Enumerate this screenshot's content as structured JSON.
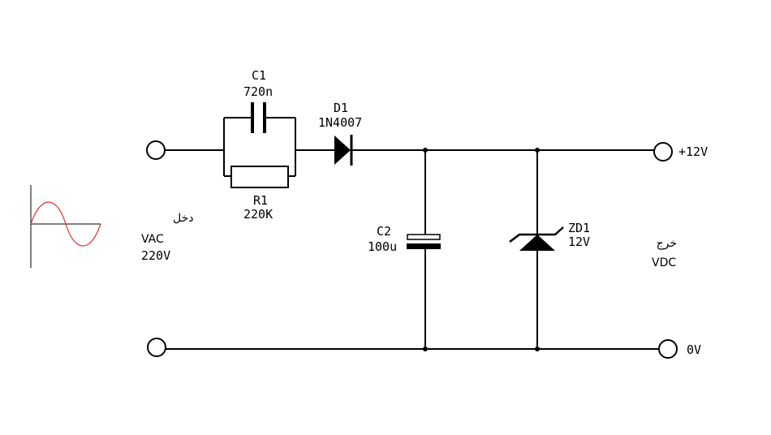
{
  "components": {
    "c1": {
      "name": "C1",
      "value": "720n"
    },
    "r1": {
      "name": "R1",
      "value": "220K"
    },
    "d1": {
      "name": "D1",
      "value": "1N4007"
    },
    "c2": {
      "name": "C2",
      "value": "100u"
    },
    "zd1": {
      "name": "ZD1",
      "value": "12V"
    }
  },
  "input": {
    "label_ar": "دخل",
    "type": "VAC",
    "voltage": "220V"
  },
  "output": {
    "label_ar": "خرج",
    "type": "VDC",
    "positive": "+12V",
    "ground": "0V"
  },
  "colors": {
    "wire": "#000000",
    "sine": "#e03030"
  }
}
